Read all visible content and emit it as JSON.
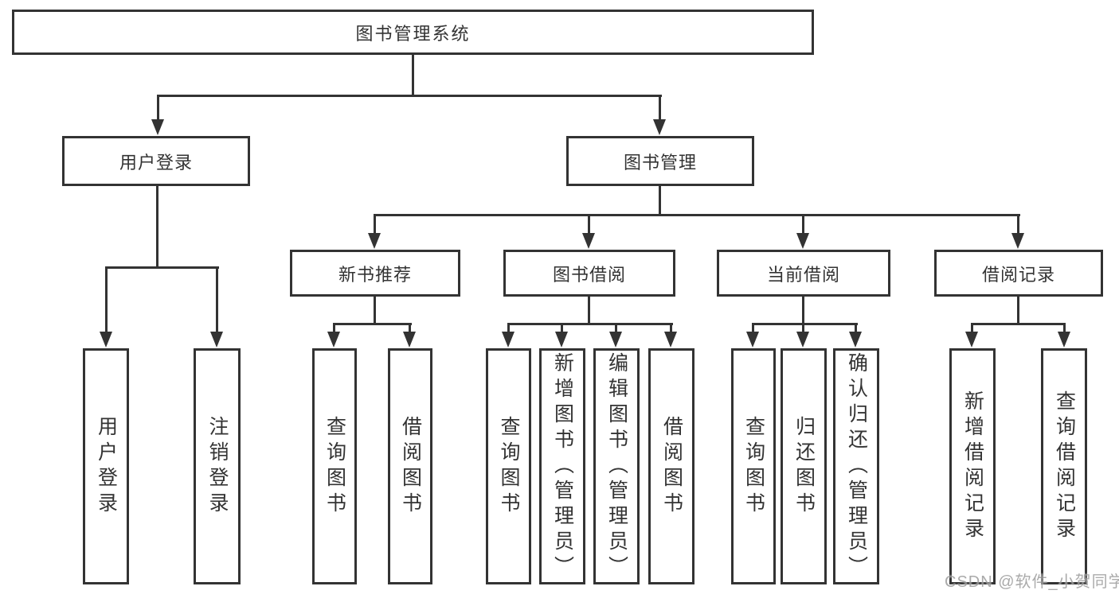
{
  "diagram": {
    "watermark": "CSDN @软件_小贺同学",
    "colors": {
      "line": "#333333",
      "box_border": "#333333",
      "text": "#333333",
      "background": "#ffffff",
      "watermark": "#9c9c9c"
    },
    "tree": {
      "root": {
        "label": "图书管理系统",
        "children": [
          {
            "label": "用户登录",
            "children": [
              {
                "label": "用户登录"
              },
              {
                "label": "注销登录"
              }
            ]
          },
          {
            "label": "图书管理",
            "children": [
              {
                "label": "新书推荐",
                "children": [
                  {
                    "label": "查询图书"
                  },
                  {
                    "label": "借阅图书"
                  }
                ]
              },
              {
                "label": "图书借阅",
                "children": [
                  {
                    "label": "查询图书"
                  },
                  {
                    "label": "新增图书（管理员）"
                  },
                  {
                    "label": "编辑图书（管理员）"
                  },
                  {
                    "label": "借阅图书"
                  }
                ]
              },
              {
                "label": "当前借阅",
                "children": [
                  {
                    "label": "查询图书"
                  },
                  {
                    "label": "归还图书"
                  },
                  {
                    "label": "确认归还（管理员）"
                  }
                ]
              },
              {
                "label": "借阅记录",
                "children": [
                  {
                    "label": "新增借阅记录"
                  },
                  {
                    "label": "查询借阅记录"
                  }
                ]
              }
            ]
          }
        ]
      }
    }
  }
}
